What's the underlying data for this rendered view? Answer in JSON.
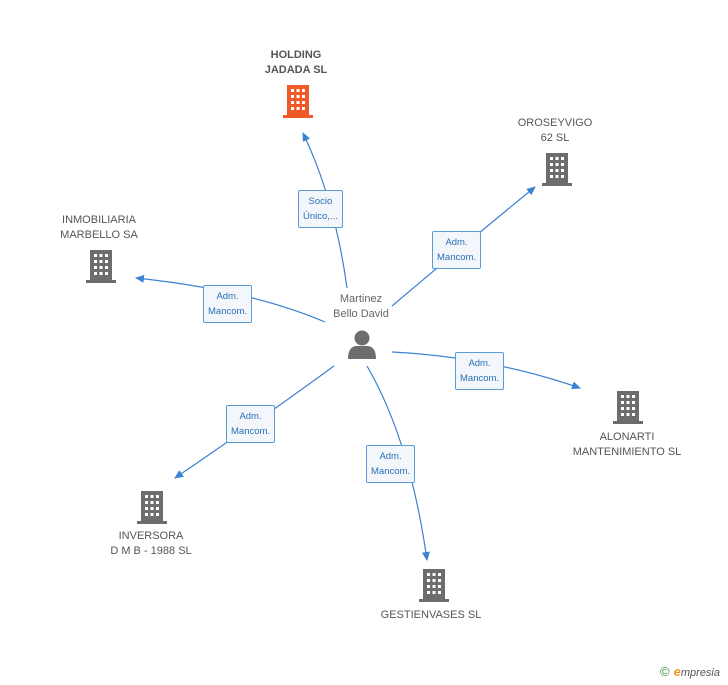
{
  "center": {
    "name_line1": "Martinez",
    "name_line2": "Bello David",
    "icon": "person-icon"
  },
  "nodes": {
    "holding": {
      "line1": "HOLDING",
      "line2": "JADADA SL",
      "color": "#f05a28"
    },
    "oroseyvigo": {
      "line1": "OROSEYVIGO",
      "line2": "62 SL",
      "color": "#6d6d6d"
    },
    "inmobiliaria": {
      "line1": "INMOBILIARIA",
      "line2": "MARBELLO SA",
      "color": "#6d6d6d"
    },
    "alonarti": {
      "line1": "ALONARTI",
      "line2": "MANTENIMIENTO SL",
      "color": "#6d6d6d"
    },
    "inversora": {
      "line1": "INVERSORA",
      "line2": "D M B - 1988 SL",
      "color": "#6d6d6d"
    },
    "gestienvases": {
      "line1": "GESTIENVASES SL",
      "color": "#6d6d6d"
    }
  },
  "edges": {
    "holding": {
      "line1": "Socio",
      "line2": "Único,..."
    },
    "oroseyvigo": {
      "line1": "Adm.",
      "line2": "Mancom."
    },
    "inmobiliaria": {
      "line1": "Adm.",
      "line2": "Mancom."
    },
    "alonarti": {
      "line1": "Adm.",
      "line2": "Mancom."
    },
    "inversora": {
      "line1": "Adm.",
      "line2": "Mancom."
    },
    "gestienvases": {
      "line1": "Adm.",
      "line2": "Mancom."
    }
  },
  "colors": {
    "edge": "#3b82d0",
    "person": "#6d6d6d"
  },
  "footer": {
    "copyright": "©",
    "brand_initial": "e",
    "brand_rest": "mpresia"
  }
}
